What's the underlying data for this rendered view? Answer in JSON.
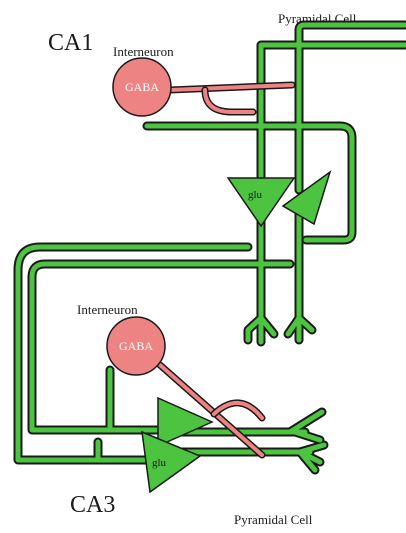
{
  "diagram": {
    "regions": {
      "ca1": "CA1",
      "ca3": "CA3"
    },
    "labels": {
      "pyramidal_cell_top": "Pyramidal Cell",
      "pyramidal_cell_bottom": "Pyramidal Cell",
      "interneuron_top": "Interneuron",
      "interneuron_bottom": "Interneuron"
    },
    "nodes": {
      "gaba_top": "GABA",
      "gaba_bottom": "GABA",
      "glu_top": "glu",
      "glu_bottom": "glu"
    },
    "colors": {
      "neuron_green": "#4cc43f",
      "outline": "#1a1a1a",
      "interneuron_pink": "#ee8383"
    }
  }
}
